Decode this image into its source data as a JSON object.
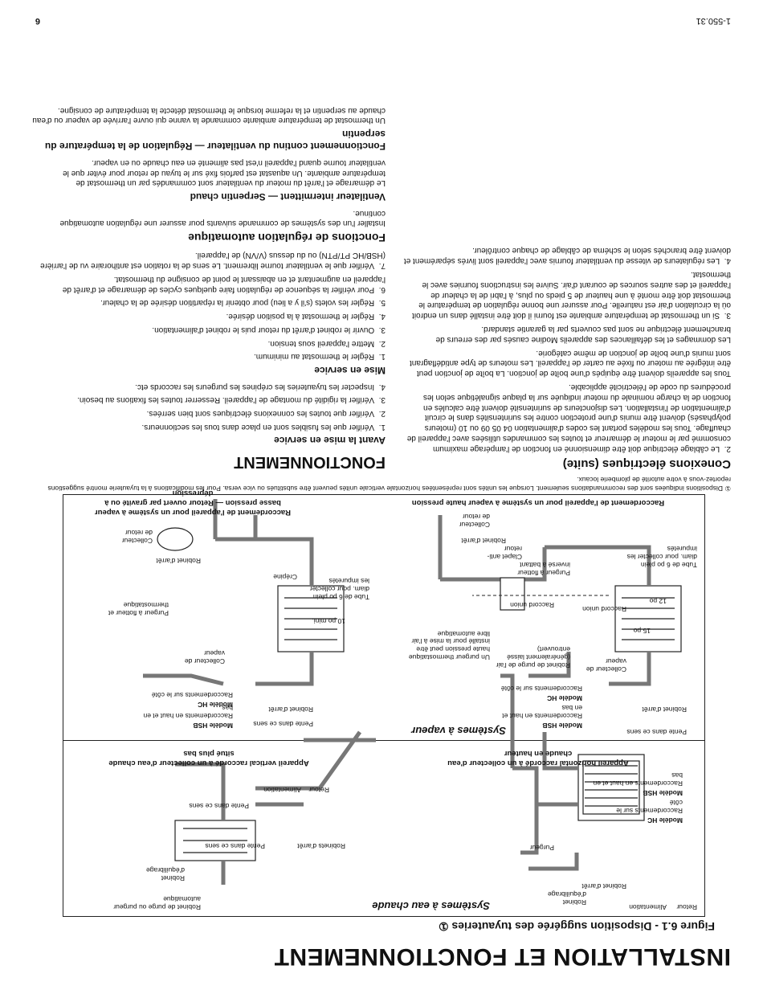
{
  "header": {
    "title": "INSTALLATION ET FONCTIONNEMENT",
    "figure_title": "Figure 6.1 - Disposition suggérée des tuyauteries ①"
  },
  "hot_water": {
    "title": "Systèmes à eau chaude",
    "left_labels": {
      "retour": "Retour",
      "alimentation": "Alimentation",
      "robinet_equilibrage": "Robinet d'équilibrage",
      "robinet_arret": "Robinet d'arrêt",
      "purgeur": "Purgeur",
      "model_hc": "Modèle HC",
      "racc_cote": "Raccordements sur le côté",
      "model_hsb": "Modèle HSB",
      "racc_haut_bas": "Raccordements en haut et en bas"
    },
    "left_caption": "Appareil horizontal raccordé à un collecteur d'eau chaude en hauteur",
    "right_labels": {
      "robinet_purge": "Robinet de purge ou purgeur automatique",
      "robinet_equilibrage": "Robinet d'équilibrage",
      "robinets_arret": "Robinets d'arrêt",
      "pente1": "Pente dans ce sens",
      "pente2": "Pente dans ce sens",
      "retour": "Retour",
      "alimentation": "Alimentation"
    },
    "right_caption": "Appareil vertical raccordé à un collecteur d'eau chaude situé plus bas"
  },
  "steam": {
    "title": "Systèmes à vapeur",
    "left_labels": {
      "pente": "Pente dans ce sens",
      "robinet_arret": "Robinet d'arrêt",
      "model_hsb": "Modèle HSB",
      "racc_haut_bas": "Raccordements en haut et en bas",
      "model_hc": "Modèle HC",
      "racc_cote": "Raccordements sur le côté",
      "collecteur": "Collecteur de vapeur",
      "robinet_purge": "Robinet de purge de l'air (généralement laissé entrouvert)",
      "purgeur_thermo": "Un purgeur thermostatique haute pression peut être installé pour la mise à l'air libre automatique",
      "dim_15": "15 po",
      "dim_12": "12 po",
      "raccord_union1": "Raccord union",
      "raccord_union2": "Raccord union",
      "purgeur_flotteur": "Purgeur à flotteur inversé à battant",
      "clapet": "Clapet anti-retour",
      "robinet_arret2": "Robinet d'arrêt",
      "tube": "Tube de 6 po plein diam. pour collecter les impuretés",
      "collecteur_retour": "Collecteur de retour"
    },
    "left_caption": "Raccordement de l'appareil pour un système à vapeur haute pression",
    "right_labels": {
      "pente": "Pente dans ce sens",
      "robinet_arret": "Robinet d'arrêt",
      "model_hsb": "Modèle HSB",
      "racc_haut_bas": "Raccordements en haut et en bas",
      "model_hc": "Modèle HC",
      "racc_cote": "Raccordements sur le côté",
      "collecteur": "Collecteur de vapeur",
      "dim_10": "10 po mini.",
      "tube": "Tube de 6 po plein diam. pour collecter les impuretés",
      "crepine": "Crépine",
      "purgeur_flotteur": "Purgeur à flotteur et thermostatique",
      "robinet_arret2": "Robinet d'arrêt",
      "collecteur_retour": "Collecteur de retour"
    },
    "right_caption": "Raccordement de l'appareil pour un système à vapeur basse pression — Retour ouvert par gravité ou à dépression"
  },
  "footnote": "① Dispositions indiquées sont des recommandations seulement. Lorsque les unités sont représentées horizontale verticale unités peuvent être substitués ou vice versa. Pour les modifications à la tuyauterie montré suggestions reportez-vous à votre autorité de plomberie locaux.",
  "left_column": {
    "heading": "Conexions électriques (suite)",
    "items": [
      "2.  Le câblage électrique doit être dimensionné en fonction de l'ampérage maximum consommé par le moteur le démarreur et toutes les commandes utilisées avec l'appareil de chauffage. Tous les modèles portant les codes d'alimentation 04 05 09 ou 10 (moteurs polyphasés) doivent être munis d'une protection contre les surintensités dans le circuit d'alimentation de l'installation. Les disjoncteurs de surintensité doivent être calculés en fonction de la charge nominale du moteur indiquée sur la plaque signalétique selon les procédures du code de l'électricité applicable.",
      "Tous les appareils doivent être équipés d'une boîte de jonction. La boîte de jonction peut être intégrée au moteur ou fixée au carter de l'appareil. Les moteurs de type antidéflagrant sont munis d'une boîte de jonction de même catégorie.",
      "Les dommages et les défaillances des appareils Modine causés par des erreurs de branchement électrique ne sont pas couverts par la garantie standard.",
      "3.  Si un thermostat de température ambiante est fourni il doit être installé dans un endroit où la circulation d'air est naturelle. Pour assurer une bonne régulation de température le thermostat doit être monté à une hauteur de 5 pieds ou plus, à l'abri de la chaleur de l'appareil et des autres sources de courant d'air. Suivre les instructions fournies avec le thermostat.",
      "4.  Les régulateurs de vitesse du ventilateur fournis avec l'appareil sont livrés séparément et doivent être branchés selon le schéma de câblage de chaque contrôleur."
    ]
  },
  "right_column": {
    "title": "FONCTIONNEMENT",
    "heading1": "Avant la mise en service",
    "items1": [
      "1.  Vérifier que les fusibles sont en place dans tous les sectionneurs.",
      "2.  Vérifier que toutes les connexions électriques sont bien serrées.",
      "3.  Vérifier la rigidité du montage de l'appareil. Resserrer toutes les fixations au besoin.",
      "4.  Inspecter les tuyauteries les crépines les purgeurs les raccords etc."
    ],
    "heading2": "Mise en service",
    "items2": [
      "1.  Régler le thermostat au minimum.",
      "2.  Mettre l'appareil sous tension.",
      "3.  Ouvrir le robinet d'arrêt du retour puis le robinet d'alimentation.",
      "4.  Régler le thermostat à la position désirée.",
      "5.  Régler les volets (s'il y a lieu) pour obtenir la répartition désirée de la chaleur.",
      "6.  Pour vérifier la séquence de régulation faire quelques cycles de démarrage et d'arrêt de l'appareil en augmentant et en abaissant le point de consigne du thermostat.",
      "7.  Vérifier que le ventilateur tourne librement. Le sens de la rotation est antihoraire vu de l'arrière (HSB/HC PT/PTN) ou du dessus (V/VN) de l'appareil."
    ],
    "heading3": "Fonctions de régulation automatique",
    "para3": "Installer l'un des systèmes de commande suivants pour assurer une régulation automatique continue.",
    "heading4": "Ventilateur intermittent — Serpentin chaud",
    "para4": "Le démarrage et l'arrêt du moteur du ventilateur sont commandés par un thermostat de température ambiante. Un aquastat est parfois fixé sur le tuyau de retour pour éviter que le ventilateur tourne quand l'appareil n'est pas alimenté en eau chaude ou en vapeur.",
    "heading5": "Fonctionnement continu du ventilateur — Régulation de la température du serpentin",
    "para5": "Un thermostat de température ambiante commande la vanne qui ouvre l'arrivée de vapeur ou d'eau chaude au serpentin et la referme lorsque le thermostat détecte la température de consigne."
  },
  "footer": {
    "page_number": "6",
    "doc_code": "1-550.31"
  }
}
